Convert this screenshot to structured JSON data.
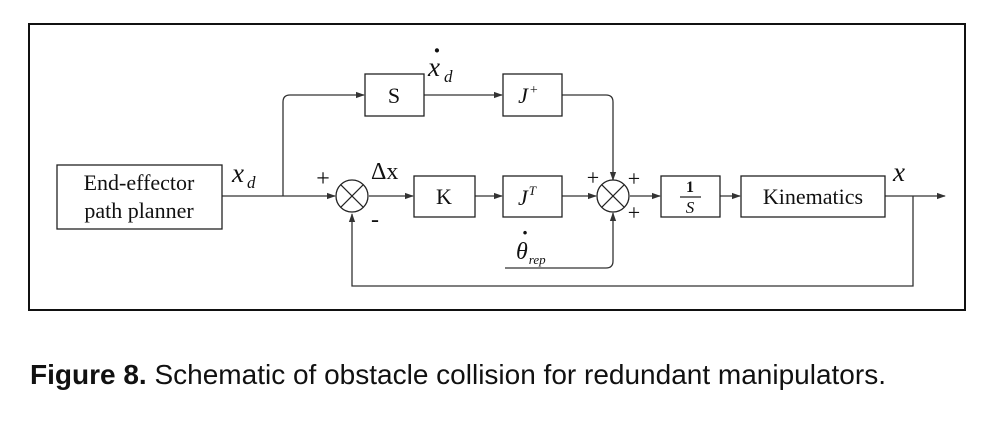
{
  "diagram": {
    "blocks": {
      "planner": {
        "line1": "End-effector",
        "line2": "path planner"
      },
      "s": "S",
      "k": "K",
      "jplus": {
        "base": "J",
        "sup": "+"
      },
      "jt": {
        "base": "J",
        "sup": "T"
      },
      "integrator": {
        "num": "1",
        "den": "S"
      },
      "kinematics": "Kinematics"
    },
    "signals": {
      "xd": {
        "base": "x",
        "sub": "d"
      },
      "xd_dot": {
        "base": "x",
        "dot": "·",
        "sub": "d"
      },
      "delta_x": "Δx",
      "x_out": "x",
      "theta_rep": {
        "base": "θ",
        "dot": "·",
        "sub": "rep"
      }
    },
    "signs": {
      "sum1_plus": "+",
      "sum1_minus": "-",
      "sum2_left": "+",
      "sum2_top": "+",
      "sum2_bottom": "+"
    }
  },
  "caption": {
    "label": "Figure 8.",
    "text": " Schematic of obstacle collision for redundant manipulators."
  }
}
